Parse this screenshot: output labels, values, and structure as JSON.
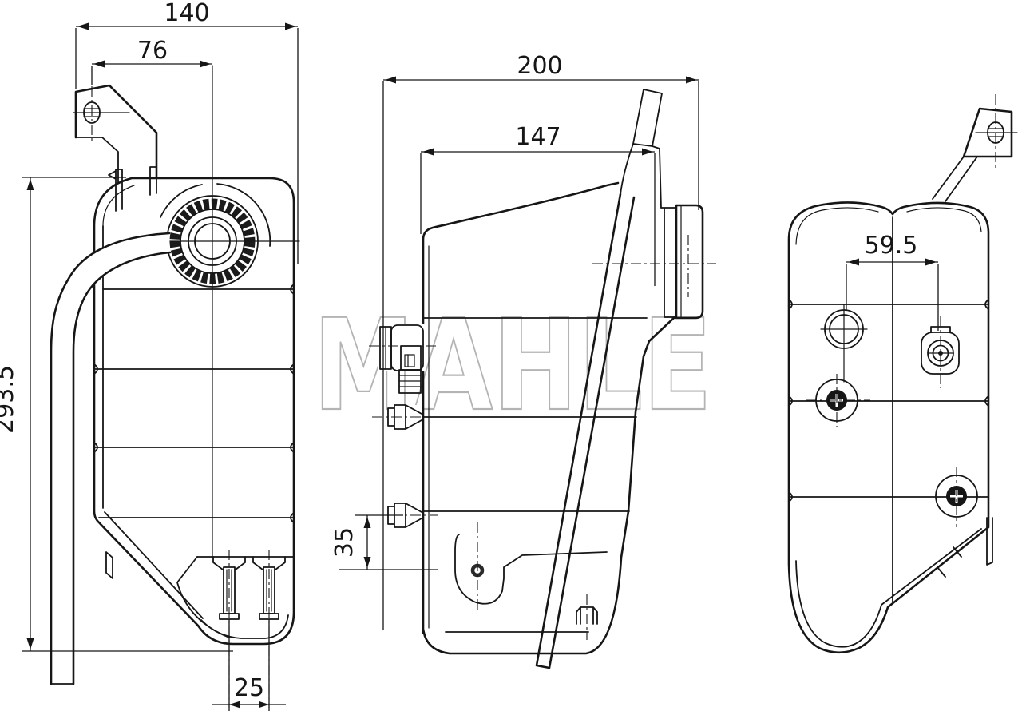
{
  "watermark_text": "MAHLE",
  "colors": {
    "background": "#ffffff",
    "line": "#161616",
    "watermark": "#b4b4b4"
  },
  "front_view": {
    "overall_width_mm": "140",
    "cap_center_offset_mm": "76",
    "overall_height_mm": "293.5",
    "stud_spacing_mm": "25"
  },
  "side_view": {
    "overall_depth_mm": "200",
    "body_depth_mm": "147",
    "port_to_hook_mm": "35"
  },
  "rear_view": {
    "port_spacing_mm": "59.5"
  }
}
